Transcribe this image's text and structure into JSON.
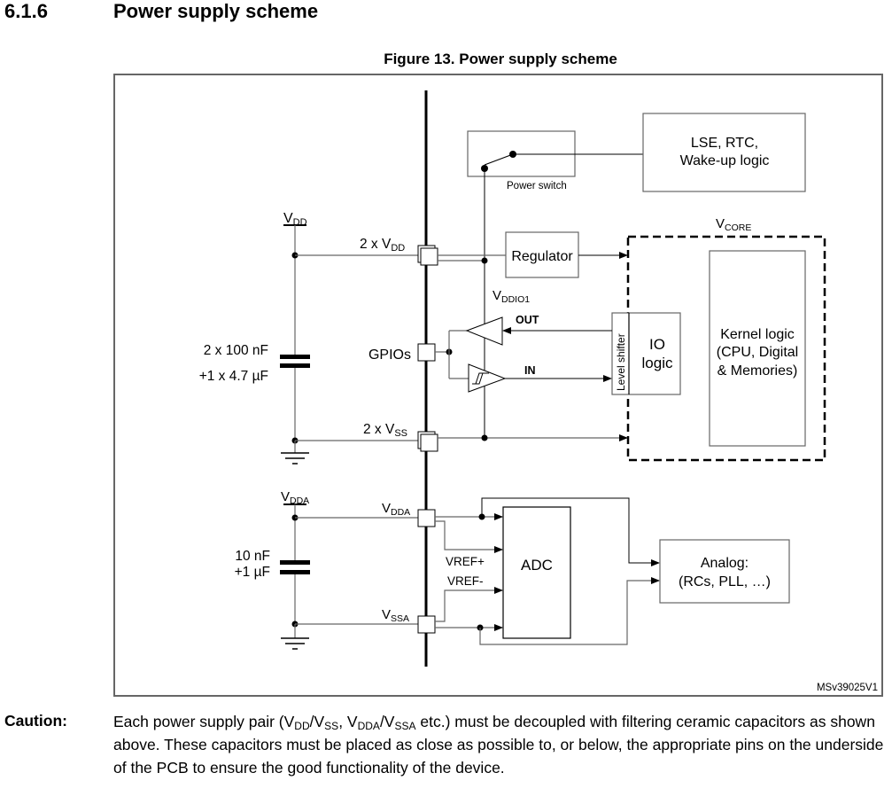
{
  "section": {
    "number": "6.1.6",
    "title": "Power supply scheme"
  },
  "figure": {
    "title": "Figure 13. Power supply scheme",
    "id_label": "MSv39025V1",
    "blocks": {
      "power_switch": "Power switch",
      "lse_line1": "LSE, RTC,",
      "lse_line2": "Wake-up logic",
      "regulator": "Regulator",
      "vcore_v": "V",
      "vcore_sub": "CORE",
      "kernel_line1": "Kernel logic",
      "kernel_line2": "(CPU, Digital",
      "kernel_line3": "& Memories)",
      "level_shifter": "Level shifter",
      "io_line1": "IO",
      "io_line2": "logic",
      "adc": "ADC",
      "analog_line1": "Analog:",
      "analog_line2": "(RCs, PLL, …)"
    },
    "signals": {
      "vdd_v": "V",
      "vdd_sub": "DD",
      "vdd_pin_prefix": "2 x V",
      "vdd_pin_sub": "DD",
      "vddio1_v": "V",
      "vddio1_sub": "DDIO1",
      "out": "OUT",
      "in": "IN",
      "gpios": "GPIOs",
      "vss_pin_prefix": "2 x V",
      "vss_pin_sub": "SS",
      "vdda_v": "V",
      "vdda_sub": "DDA",
      "vdda_pin_v": "V",
      "vdda_pin_sub": "DDA",
      "vssa_pin_v": "V",
      "vssa_pin_sub": "SSA",
      "vref_plus": "VREF+",
      "vref_minus": "VREF-"
    },
    "capacitors": {
      "main_line1": "2 x 100 nF",
      "main_line2": "+1 x 4.7 µF",
      "analog_line1": "10 nF",
      "analog_line2": "+1 µF"
    }
  },
  "caution": {
    "label": "Caution:",
    "t1": "Each power supply pair (V",
    "s1": "DD",
    "t2": "/V",
    "s2": "SS",
    "t3": ", V",
    "s3": "DDA",
    "t4": "/V",
    "s4": "SSA",
    "t5": " etc.) must be decoupled with filtering ceramic capacitors as shown above. These capacitors must be placed as close as possible to, or below, the appropriate pins on the underside of the PCB to ensure the good functionality of the device."
  }
}
